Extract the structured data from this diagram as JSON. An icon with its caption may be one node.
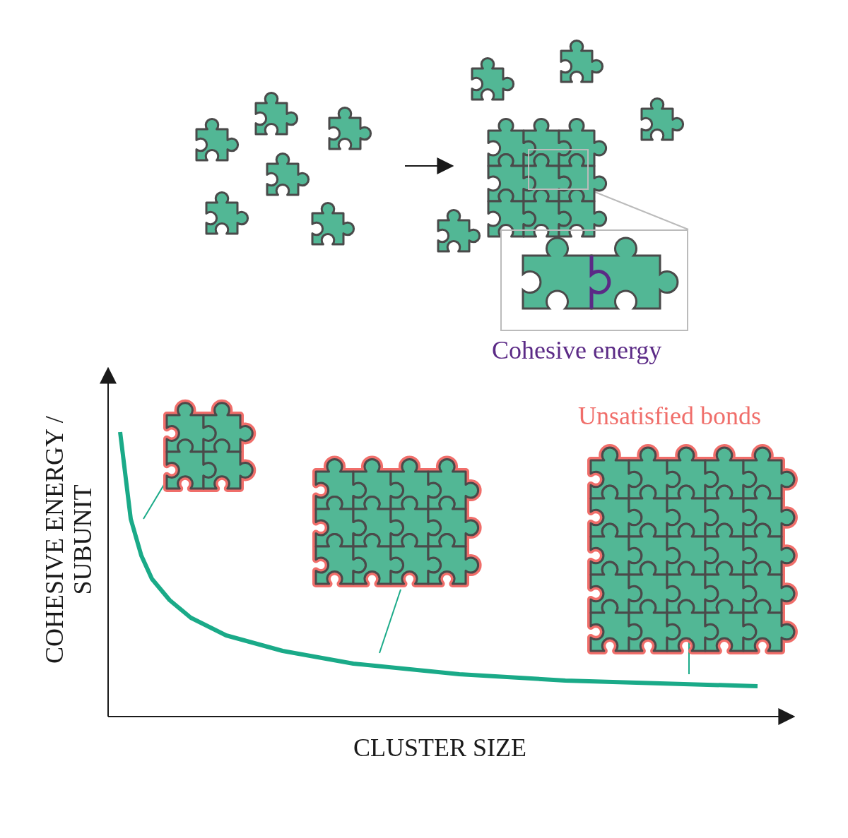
{
  "diagram": {
    "nodes": [
      {
        "text": [],
        "shape": "picture"
      },
      {
        "text": [],
        "shape": "picture"
      },
      {
        "text": [],
        "shape": "picture",
        "beside": [
          "Cohesive energy"
        ]
      },
      {
        "text": [],
        "shape": "picture"
      },
      {
        "text": [],
        "shape": "picture"
      },
      {
        "text": [],
        "shape": "picture"
      }
    ],
    "edges": [
      {
        "from": 0,
        "to": 1,
        "arrow": "to",
        "color": "#1a1a1a"
      },
      {
        "from": 1,
        "to": 2,
        "arrow": "none",
        "color": "#bbbbbb"
      },
      {
        "from": 3,
        "to": null,
        "arrow": "none",
        "color": "#1aaa88"
      },
      {
        "from": 4,
        "to": null,
        "arrow": "none",
        "color": "#1aaa88"
      },
      {
        "from": 5,
        "to": null,
        "arrow": "none",
        "color": "#1aaa88"
      }
    ],
    "labels": [
      "Unsatisfied bonds",
      "COHESIVE ENERGY / SUBUNIT",
      "CLUSTER SIZE"
    ]
  }
}
